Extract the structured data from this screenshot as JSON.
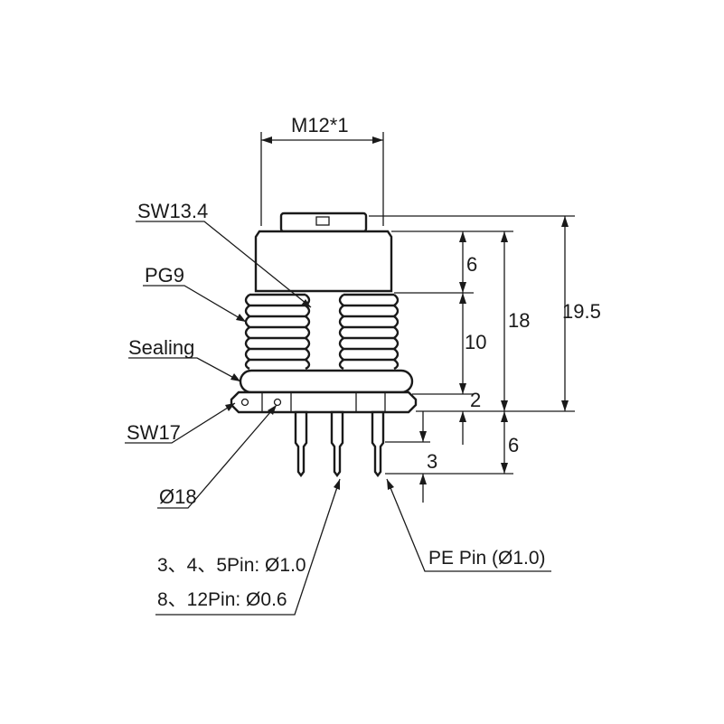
{
  "labels": {
    "thread_top": "M12*1",
    "sw134": "SW13.4",
    "pg9": "PG9",
    "sealing": "Sealing",
    "sw17": "SW17",
    "dia18": "Ø18",
    "pins_line1": "3、4、5Pin: Ø1.0",
    "pins_line2": "8、12Pin: Ø0.6",
    "pe_pin": "PE Pin (Ø1.0)"
  },
  "dimensions": {
    "d6_top": "6",
    "d10": "10",
    "d18": "18",
    "d195": "19.5",
    "d2": "2",
    "d6_bottom": "6",
    "d3": "3"
  }
}
